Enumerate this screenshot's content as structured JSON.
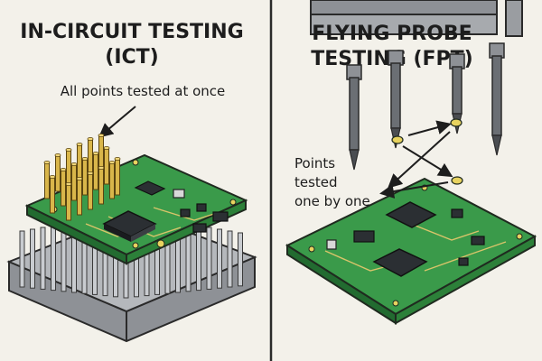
{
  "colors": {
    "background": "#f3f1ea",
    "pcb": "#3a9a4a",
    "pcb_dark": "#226b30",
    "chip": "#2b2f33",
    "gold": "#d9b64a",
    "probe": "#6b6f74",
    "fixture": "#9a9da1"
  },
  "left_panel": {
    "title_line1": "IN-CIRCUIT TESTING",
    "title_line2": "(ICT)",
    "annotation": "All points tested at once"
  },
  "right_panel": {
    "title_line1": "FLYING PROBE",
    "title_line2": "TESTING (FPT)",
    "annotation_line1": "Points",
    "annotation_line2": "tested",
    "annotation_line3": "one by one"
  },
  "icons": [
    "pin-array-icon",
    "probe-fixture-icon",
    "chip-icon",
    "pcb-board-icon",
    "arrow-icon"
  ]
}
